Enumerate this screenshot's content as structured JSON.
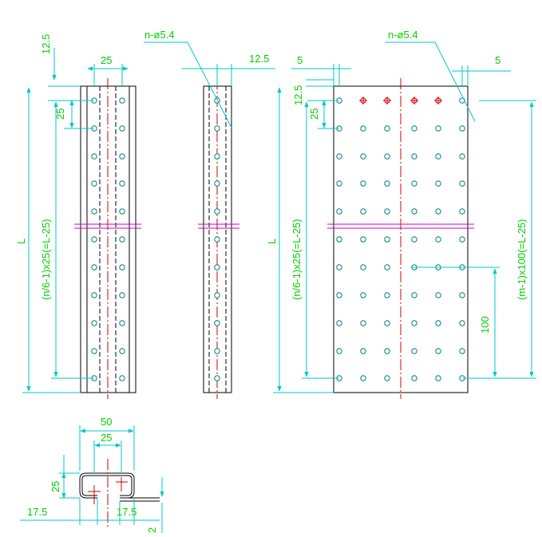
{
  "colors": {
    "dimension": "#00c8c8",
    "text": "#00d000",
    "outline": "#000000",
    "centerline": "#d00000",
    "break": "#cc00cc",
    "hole": "#008080"
  },
  "left_view": {
    "top_offset": "12.5",
    "width": "25",
    "pitch": "25",
    "length": "L",
    "span": "(n/6-1)x25(=L-25)"
  },
  "middle_view": {
    "hole_callout": "n-ø5.4",
    "edge": "12.5"
  },
  "right_view": {
    "hole_callout": "n-ø5.4",
    "edge_left": "5",
    "edge_right": "5",
    "top_offset": "12.5",
    "pitch": "25",
    "length": "L",
    "span_left": "(n/6-1)x25(=L-25)",
    "span_right": "(m-1)x100(=L-25)",
    "spacing": "100"
  },
  "section": {
    "overall": "50",
    "inner": "25",
    "height": "25",
    "lip_left": "17.5",
    "lip_right": "17.5",
    "thickness": "2"
  }
}
